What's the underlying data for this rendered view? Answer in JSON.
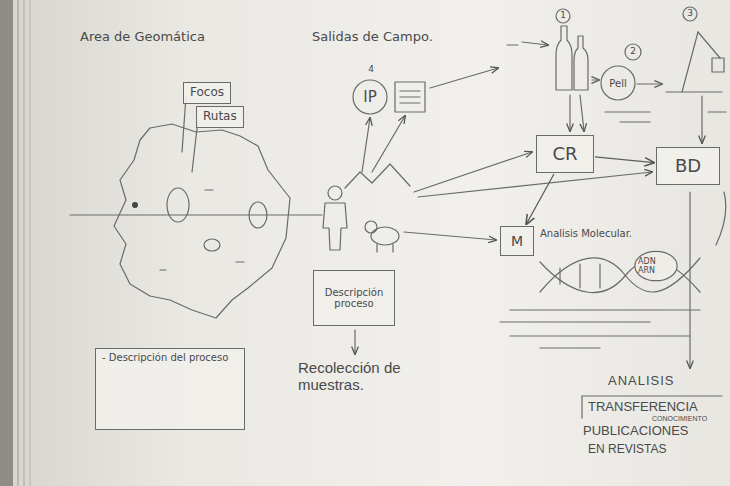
{
  "diagram": {
    "nodes": [
      {
        "text": [
          "Focos"
        ]
      },
      {
        "text": [
          "Rutas"
        ]
      },
      {
        "text": [
          "CR"
        ]
      },
      {
        "text": [
          "BD"
        ]
      },
      {
        "text": [
          "M"
        ]
      },
      {
        "text": [
          "Descripción proceso"
        ]
      },
      {
        "text": [
          "- Descripción del proceso"
        ]
      },
      {
        "text": [
          "ADN ARN"
        ]
      }
    ],
    "edges": [
      {
        "from": 2,
        "to": 3,
        "arrow": "to"
      },
      {
        "from": 2,
        "to": 4,
        "arrow": "to"
      }
    ],
    "labels": [
      "Area de Geomática",
      "Salidas de Campo.",
      "4",
      "IP",
      "1",
      "2",
      "Pell",
      "3",
      "Analisis Molecular.",
      "Recolección de muestras.",
      "ANALISIS",
      "TRANSFERENCIA",
      "CONOCIMIENTO",
      "PUBLICACIONES",
      "EN REVISTAS"
    ]
  }
}
